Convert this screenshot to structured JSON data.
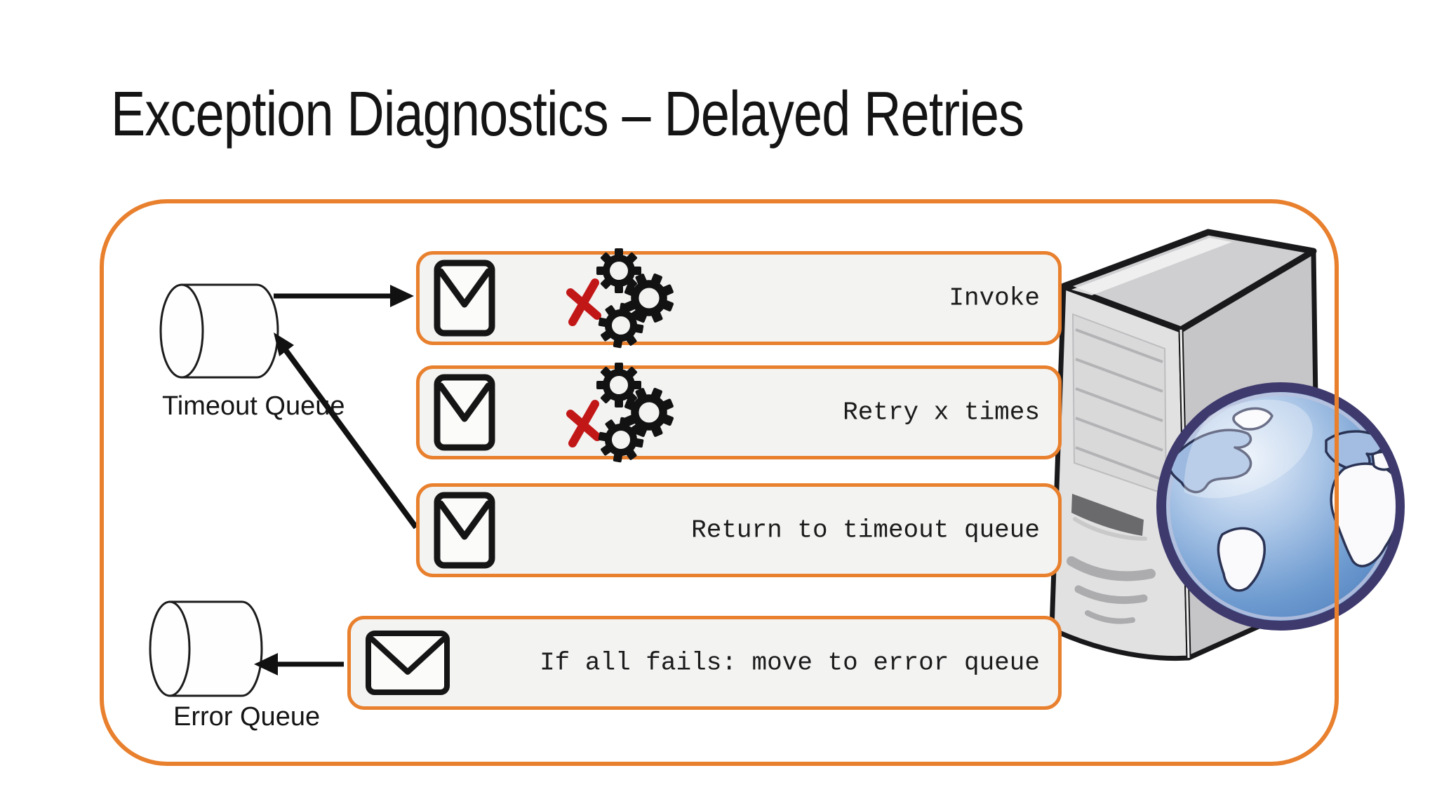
{
  "slide": {
    "title": "Exception Diagnostics – Delayed Retries",
    "background": "#FFFFFF"
  },
  "palette": {
    "accent_orange": "#E8802E",
    "panel_fill": "#F3F3F2",
    "failure_red": "#C21717",
    "ink": "#1B1B1B",
    "globe_ring": "#3E3A6D",
    "globe_ocean": "#6E9BD0",
    "server_gray": "#D9D9DA"
  },
  "queues": {
    "timeout": {
      "label": "Timeout Queue",
      "icon": "queue-cylinder-icon"
    },
    "error": {
      "label": "Error Queue",
      "icon": "queue-cylinder-icon"
    }
  },
  "steps": [
    {
      "label": "Invoke",
      "icons": [
        "envelope-icon",
        "failure-x-icon",
        "gears-icon"
      ]
    },
    {
      "label": "Retry x times",
      "icons": [
        "envelope-icon",
        "failure-x-icon",
        "gears-icon"
      ]
    },
    {
      "label": "Return to timeout queue",
      "icons": [
        "envelope-icon"
      ]
    },
    {
      "label": "If all fails: move to error queue",
      "icons": [
        "envelope-icon"
      ]
    }
  ],
  "flows": [
    {
      "from": "timeout-queue",
      "to": "invoke"
    },
    {
      "from": "return-to-timeout-queue",
      "to": "timeout-queue"
    },
    {
      "from": "if-all-fails",
      "to": "error-queue"
    }
  ],
  "artwork": {
    "server": "server-tower-icon",
    "globe": "globe-icon"
  }
}
